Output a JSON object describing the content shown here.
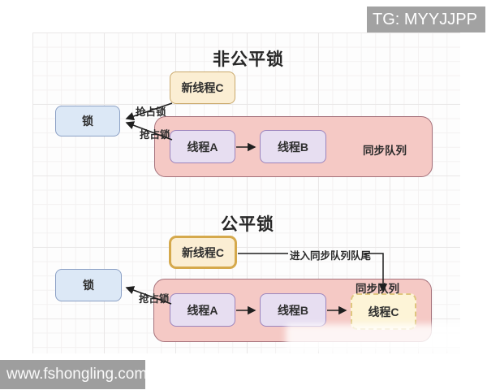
{
  "watermarks": {
    "top_right": "TG: MYYJJPP",
    "bottom_left": "www.fshongling.com"
  },
  "unfair": {
    "title": "非公平锁",
    "new_thread_c": "新线程C",
    "lock": "锁",
    "seize_lock_top": "抢占锁",
    "seize_lock_bottom": "抢占锁",
    "thread_a": "线程A",
    "thread_b": "线程B",
    "sync_queue": "同步队列"
  },
  "fair": {
    "title": "公平锁",
    "new_thread_c": "新线程C",
    "lock": "锁",
    "seize_lock": "抢占锁",
    "enter_queue_tail": "进入同步队列队尾",
    "thread_a": "线程A",
    "thread_b": "线程B",
    "thread_c": "线程C",
    "sync_queue": "同步队列"
  },
  "colors": {
    "pink_container_fill": "#f5c9c5",
    "pink_container_border": "#a4707a",
    "purple_fill": "#e7def1",
    "purple_border": "#9b84bd",
    "blue_fill": "#dce8f6",
    "blue_border": "#8ba0c5",
    "cream_fill": "#fbeed3",
    "cream_border": "#c9a86a",
    "cream_bold_border": "#d5a94c",
    "dashed_fill": "#fdf4d7",
    "dashed_border": "#dfc67e",
    "watermark_bg": "#9e9e9e",
    "arrow": "#1f1f1f"
  }
}
